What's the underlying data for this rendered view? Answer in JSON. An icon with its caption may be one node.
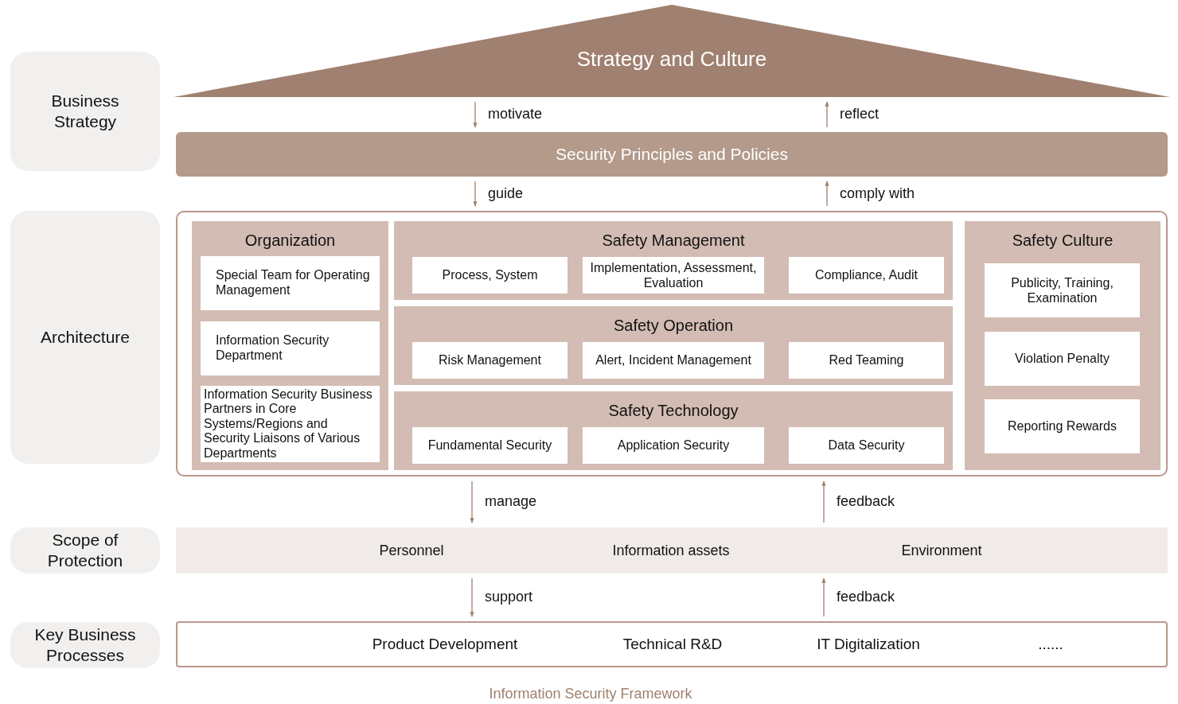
{
  "diagram": {
    "caption": "Information Security Framework",
    "nodes": [
      {
        "text": [
          "Business Strategy"
        ]
      },
      {
        "text": [
          "Strategy and Culture"
        ]
      },
      {
        "text": [
          "Security Principles and Policies"
        ]
      },
      {
        "text": [
          "Architecture"
        ]
      },
      {
        "text": [],
        "shape": "box"
      },
      {
        "text": [
          "Organization"
        ],
        "in": 4
      },
      {
        "text": [
          "Special Team for Operating Management"
        ],
        "in": 5
      },
      {
        "text": [
          "Information Security Department"
        ],
        "in": 5
      },
      {
        "text": [
          "Information Security Business Partners in Core Systems/Regions and Security Liaisons of Various Departments"
        ],
        "in": 5
      },
      {
        "text": [
          "Safety Management"
        ],
        "in": 4
      },
      {
        "text": [
          "Process, System"
        ],
        "in": 9
      },
      {
        "text": [
          "Implementation, Assessment, Evaluation"
        ],
        "in": 9
      },
      {
        "text": [
          "Compliance, Audit"
        ],
        "in": 9
      },
      {
        "text": [
          "Safety Operation"
        ],
        "in": 4
      },
      {
        "text": [
          "Risk Management"
        ],
        "in": 13
      },
      {
        "text": [
          "Alert, Incident Management"
        ],
        "in": 13
      },
      {
        "text": [
          "Red Teaming"
        ],
        "in": 13
      },
      {
        "text": [
          "Safety Technology"
        ],
        "in": 4
      },
      {
        "text": [
          "Fundamental Security"
        ],
        "in": 17
      },
      {
        "text": [
          "Application Security"
        ],
        "in": 17
      },
      {
        "text": [
          "Data Security"
        ],
        "in": 17
      },
      {
        "text": [
          "Safety Culture"
        ],
        "in": 4
      },
      {
        "text": [
          "Publicity, Training, Examination"
        ],
        "in": 21
      },
      {
        "text": [
          "Violation Penalty"
        ],
        "in": 21
      },
      {
        "text": [
          "Reporting Rewards"
        ],
        "in": 21
      },
      {
        "text": [
          "Scope of Protection"
        ]
      },
      {
        "text": [
          "Personnel",
          "Information assets",
          "Environment"
        ]
      },
      {
        "text": [
          "Key Business Processes"
        ]
      },
      {
        "text": [
          "Product Development",
          "Technical R&D",
          "IT Digitalization",
          "......"
        ]
      }
    ],
    "edges": [
      {
        "from": 1,
        "to": 2,
        "arrow": "to",
        "label": "motivate"
      },
      {
        "from": 2,
        "to": 1,
        "arrow": "to",
        "label": "reflect"
      },
      {
        "from": 2,
        "to": 4,
        "arrow": "to",
        "label": "guide"
      },
      {
        "from": 4,
        "to": 2,
        "arrow": "to",
        "label": "comply with"
      },
      {
        "from": 4,
        "to": 26,
        "arrow": "to",
        "label": "manage"
      },
      {
        "from": 26,
        "to": 4,
        "arrow": "to",
        "label": "feedback"
      },
      {
        "from": 26,
        "to": 28,
        "arrow": "to",
        "label": "support"
      },
      {
        "from": 28,
        "to": 26,
        "arrow": "to",
        "label": "feedback"
      }
    ]
  }
}
